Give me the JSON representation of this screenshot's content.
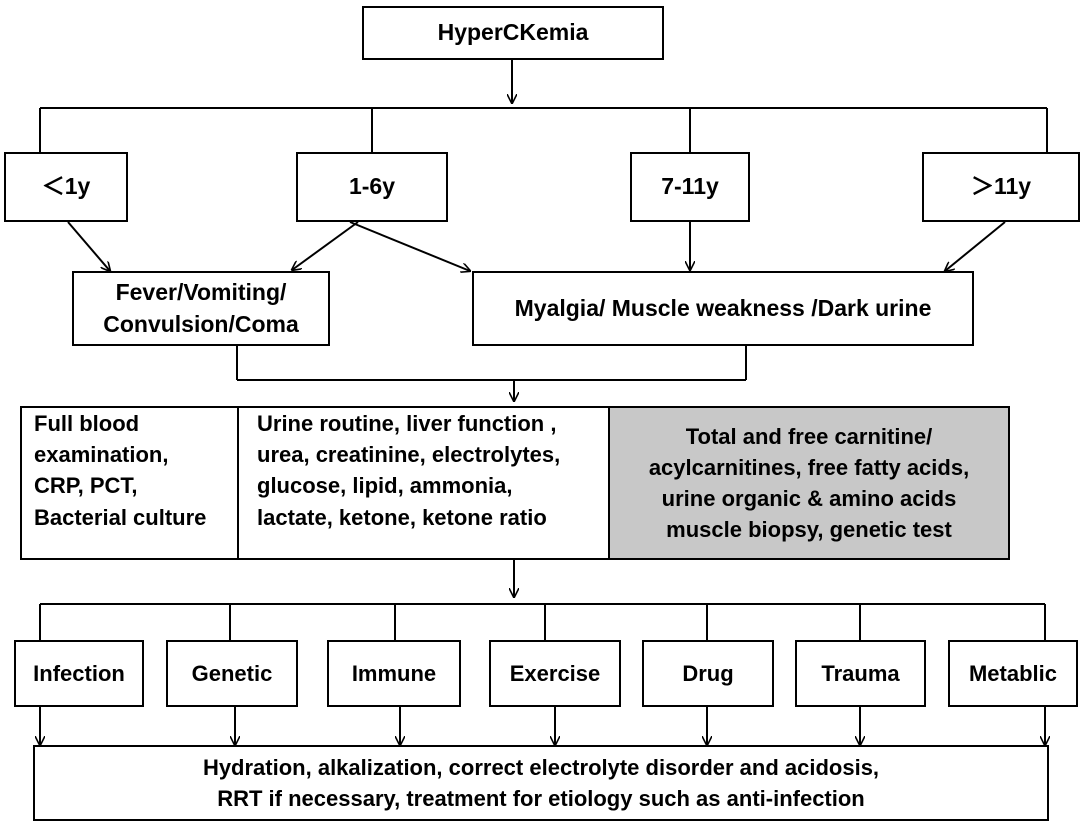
{
  "top": {
    "label": "HyperCKemia"
  },
  "ages": [
    {
      "label": "＜1y"
    },
    {
      "label": "1-6y"
    },
    {
      "label": "7-11y"
    },
    {
      "label": "＞11y"
    }
  ],
  "symptoms": {
    "acute": {
      "lines": [
        "Fever/Vomiting/",
        "Convulsion/Coma"
      ]
    },
    "muscle": {
      "label": "Myalgia/ Muscle weakness /Dark urine"
    }
  },
  "tests": {
    "blood": {
      "lines": [
        "Full blood",
        "examination,",
        "CRP, PCT,",
        "Bacterial culture"
      ]
    },
    "biochem": {
      "lines": [
        "Urine routine, liver function ,",
        "urea, creatinine, electrolytes,",
        "glucose, lipid, ammonia,",
        "lactate, ketone, ketone ratio"
      ]
    },
    "metabolic": {
      "lines": [
        "Total and free carnitine/",
        "acylcarnitines, free fatty acids,",
        "urine organic & amino acids",
        "muscle biopsy, genetic test"
      ],
      "fill": "#c8c8c8"
    }
  },
  "causes": [
    {
      "label": "Infection"
    },
    {
      "label": "Genetic"
    },
    {
      "label": "Immune"
    },
    {
      "label": "Exercise"
    },
    {
      "label": "Drug"
    },
    {
      "label": "Trauma"
    },
    {
      "label": "Metablic"
    }
  ],
  "treatment": {
    "lines": [
      "Hydration, alkalization, correct electrolyte disorder and acidosis,",
      "RRT if necessary, treatment for etiology such as anti-infection"
    ]
  }
}
